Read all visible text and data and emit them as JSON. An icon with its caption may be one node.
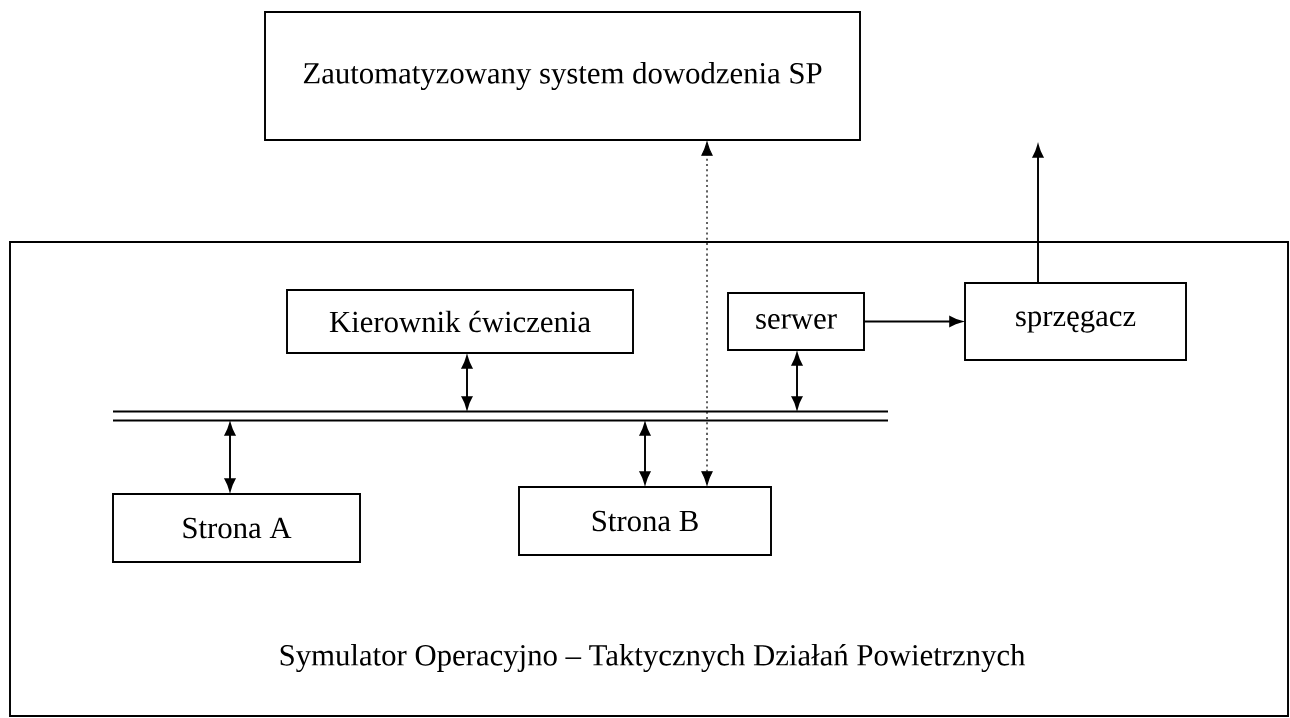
{
  "diagram": {
    "nodes": [
      {
        "text": [
          "Zautomatyzowany system dowodzenia SP"
        ]
      },
      {
        "text": [
          "Symulator Operacyjno – Taktycznych Działań Powietrznych"
        ]
      },
      {
        "text": [
          "Kierownik ćwiczenia"
        ],
        "in": 1
      },
      {
        "text": [
          "serwer"
        ],
        "in": 1
      },
      {
        "text": [
          "sprzęgacz"
        ],
        "in": 1
      },
      {
        "text": [],
        "shape": "bar",
        "in": 1
      },
      {
        "text": [
          "Strona A"
        ],
        "in": 1
      },
      {
        "text": [
          "Strona B"
        ],
        "in": 1
      }
    ],
    "edges": [
      {
        "from": 7,
        "to": 0,
        "arrow": "both",
        "style": "dashed"
      },
      {
        "from": 2,
        "to": 5,
        "arrow": "both"
      },
      {
        "from": 3,
        "to": 5,
        "arrow": "both"
      },
      {
        "from": 3,
        "to": 4,
        "arrow": "to"
      },
      {
        "from": 4,
        "to": null,
        "arrow": "to"
      },
      {
        "from": 5,
        "to": 6,
        "arrow": "both"
      },
      {
        "from": 5,
        "to": 7,
        "arrow": "both"
      }
    ]
  }
}
